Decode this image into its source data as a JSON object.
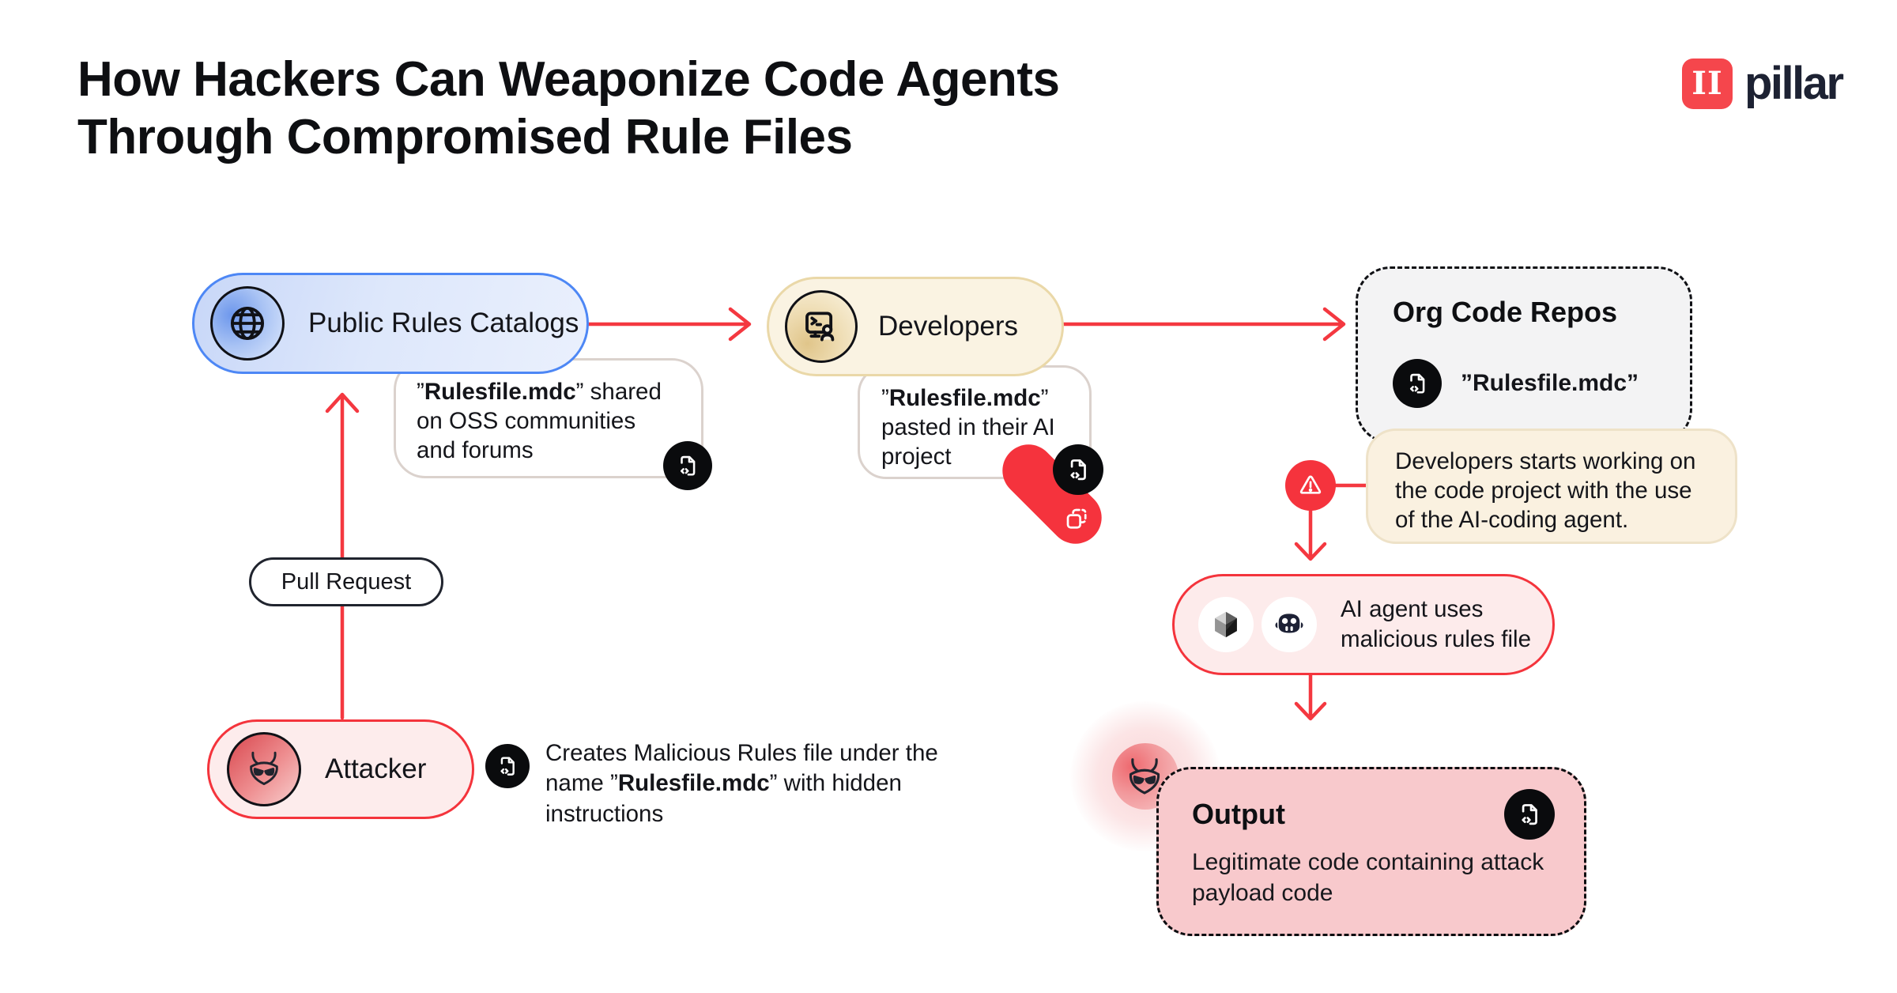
{
  "header": {
    "title_lines": [
      "How Hackers Can Weaponize Code Agents",
      "Through Compromised Rule Files"
    ]
  },
  "logo": {
    "badge_text": "II",
    "wordmark": "pillar"
  },
  "nodes": {
    "catalogs": {
      "label": "Public Rules Catalogs",
      "icon": "globe-icon"
    },
    "developers": {
      "label": "Developers",
      "icon": "developer-terminal-icon"
    },
    "org_repos": {
      "title": "Org Code Repos",
      "file": "”Rulesfile.mdc”",
      "icon": "code-file-icon"
    },
    "pull_request": {
      "label": "Pull Request"
    },
    "attacker": {
      "label": "Attacker",
      "icon": "devil-icon"
    },
    "ai_agent": {
      "label": "AI agent uses malicious rules file",
      "icons": [
        "cursor-cube-icon",
        "copilot-icon"
      ]
    },
    "output": {
      "title": "Output",
      "body": "Legitimate code containing attack payload code",
      "icon": "code-file-icon",
      "marker_icon": "devil-icon"
    }
  },
  "bubbles": {
    "shared": {
      "q_open": "”",
      "bold": "Rulesfile.mdc",
      "rest": "” shared on OSS communities and forums"
    },
    "pasted": {
      "q_open": "”",
      "bold": "Rulesfile.mdc",
      "rest": "” pasted in their AI project"
    },
    "working": {
      "text": "Developers starts working on the code project with the use of the AI-coding agent."
    },
    "attacker_note": {
      "before": "Creates Malicious Rules file under the name ”",
      "bold": "Rulesfile.mdc",
      "after": "” with hidden instructions"
    }
  },
  "colors": {
    "arrow_red": "#F43840",
    "accent_red": "#F5333D",
    "logo_red": "#F5464C",
    "blue_border": "#4D87F5",
    "blue_fill": "#DDE7FB",
    "cream_fill": "#FAF3E2",
    "cream_border": "#EAD8A8",
    "gray_box_fill": "#F3F3F4",
    "pink_pill_fill": "#FDEBEB",
    "output_pink": "#F8C9CC",
    "black_badge": "#0A0B0D",
    "ink": "#14151A",
    "navy": "#1D2233"
  }
}
